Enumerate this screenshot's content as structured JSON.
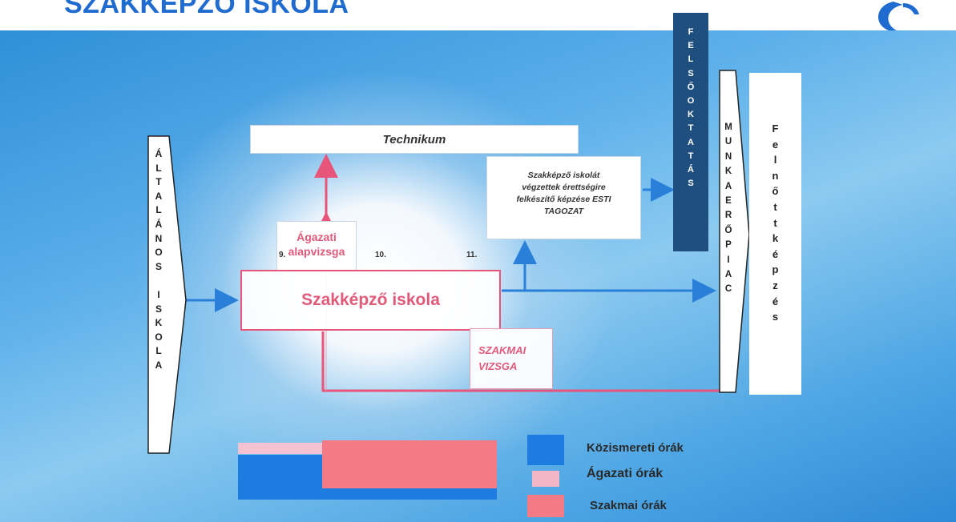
{
  "title": "SZAKKÉPZŐ ISKOLA",
  "left_column": "ÁLTALÁNOS ISKOLA",
  "technikum": "Technikum",
  "agazati_vizsga": [
    "Ágazati",
    "alapvizsga"
  ],
  "esti_tagozat": [
    "Szakképző iskolát",
    "végzettek érettségire",
    "felkészítő képzése  ESTI",
    "TAGOZAT"
  ],
  "felsooktatas": "FELSŐOKTATÁS",
  "szakkepzo_iskola": "Szakképző iskola",
  "year_labels": [
    "9.",
    "10.",
    "11."
  ],
  "szakmai_vizsga": [
    "SZAKMAI",
    "VIZSGA"
  ],
  "munkaeropiac": "MUNKAERŐPIAC",
  "felnottkepzes": "Felnőttképzés",
  "legend": [
    {
      "label": "Közismereti órák",
      "color": "#1e7be0"
    },
    {
      "label": "Ágazati órák",
      "color": "#f4b6c6"
    },
    {
      "label": "Szakmai órák",
      "color": "#f47a85"
    }
  ],
  "colors": {
    "title": "#1f6bd0",
    "pink": "#e8557a",
    "blue_arrow": "#2a7fd8",
    "dark_blue": "#1f4f7e"
  }
}
